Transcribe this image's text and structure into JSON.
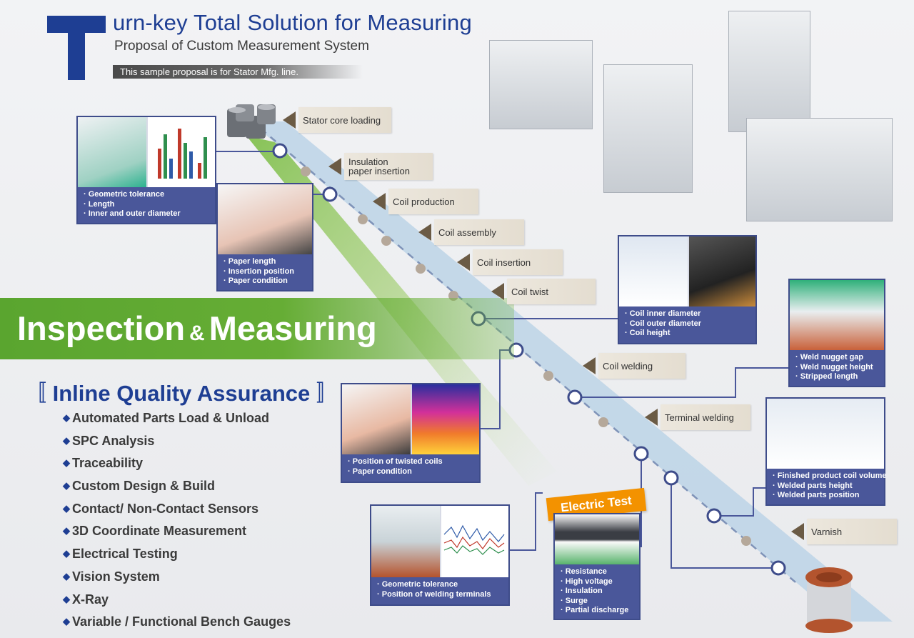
{
  "header": {
    "title": "urn-key Total Solution for Measuring",
    "subtitle": "Proposal of Custom Measurement System",
    "note": "This sample proposal is for Stator Mfg. line."
  },
  "banner": {
    "word1": "Inspection",
    "amp": "&",
    "word2": "Measuring"
  },
  "iqa": {
    "bracket_left": "〚",
    "title": "Inline Quality Assurance",
    "bracket_right": "〛",
    "items": [
      "Automated Parts Load & Unload",
      "SPC Analysis",
      "Traceability",
      "Custom Design & Build",
      "Contact/ Non-Contact Sensors",
      "3D Coordinate Measurement",
      "Electrical Testing",
      "Vision System",
      "X-Ray",
      "Variable / Functional Bench Gauges"
    ]
  },
  "steps": [
    "Stator core loading",
    "Insulation paper insertion",
    "Coil production",
    "Coil assembly",
    "Coil insertion",
    "Coil twist",
    "Coil welding",
    "Terminal welding",
    "Varnish"
  ],
  "cards": {
    "core": [
      "Geometric tolerance",
      "Length",
      "Inner and outer diameter"
    ],
    "paper": [
      "Paper length",
      "Insertion position",
      "Paper condition"
    ],
    "coil": [
      "Coil inner diameter",
      "Coil outer diameter",
      "Coil height"
    ],
    "weld": [
      "Weld nugget gap",
      "Weld nugget height",
      "Stripped length"
    ],
    "twist": [
      "Position of twisted coils",
      "Paper condition"
    ],
    "finished": [
      "Finished product coil volume",
      "Welded parts height",
      "Welded parts position"
    ],
    "terminals": [
      "Geometric tolerance",
      "Position of welding terminals"
    ],
    "electric": [
      "Resistance",
      "High voltage",
      "Insulation",
      "Surge",
      "Partial discharge"
    ]
  },
  "electric_badge": "Electric Test",
  "colors": {
    "brand_blue": "#1e3e93",
    "card_blue": "#4a579a",
    "banner_green": "#5aa52f",
    "badge_orange": "#f39200",
    "flow_band": "#bcd3e6"
  }
}
